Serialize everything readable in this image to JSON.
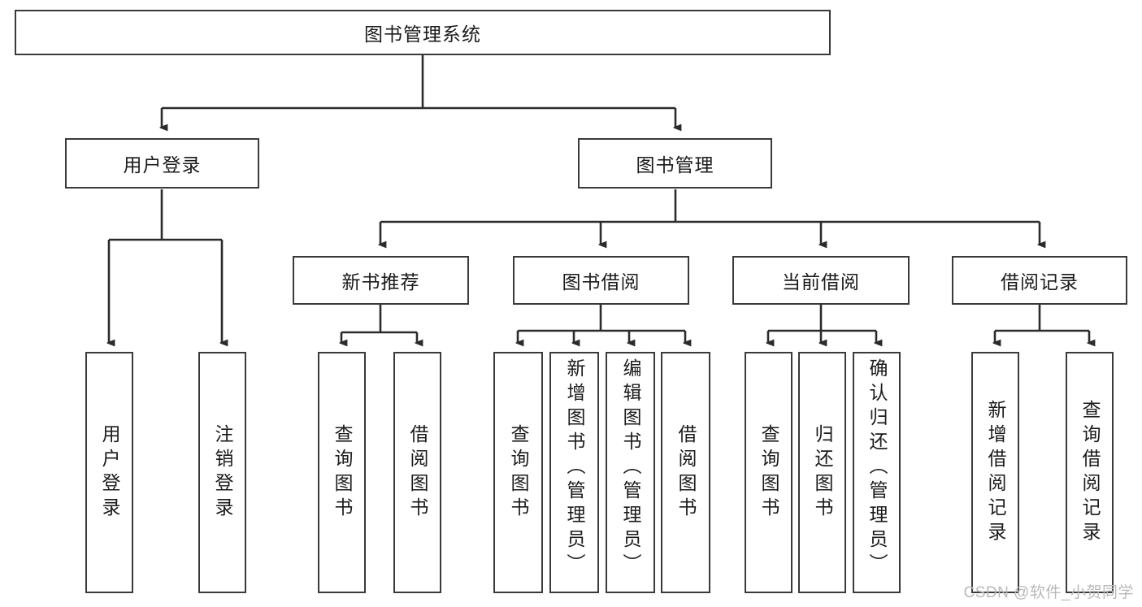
{
  "diagram": {
    "title": "图书管理系统",
    "type": "tree-hierarchy",
    "watermark": "CSDN @软件_小贺同学",
    "colors": {
      "box_border": "#3a3a3a",
      "box_fill": "#ffffff",
      "edge": "#2b2b2b",
      "text": "#1b1b1b",
      "watermark": "#b9b9b9",
      "background": "#ffffff"
    },
    "root": {
      "label": "图书管理系统"
    },
    "level2": [
      {
        "label": "用户登录"
      },
      {
        "label": "图书管理"
      }
    ],
    "level3": [
      {
        "label": "新书推荐"
      },
      {
        "label": "图书借阅"
      },
      {
        "label": "当前借阅"
      },
      {
        "label": "借阅记录"
      }
    ],
    "leaves": {
      "user_login": [
        {
          "label": "用户登录"
        },
        {
          "label": "注销登录"
        }
      ],
      "new_book_recommend": [
        {
          "label": "查询图书"
        },
        {
          "label": "借阅图书"
        }
      ],
      "book_borrow": [
        {
          "label": "查询图书"
        },
        {
          "label": "新增图书（管理员）"
        },
        {
          "label": "编辑图书（管理员）"
        },
        {
          "label": "借阅图书"
        }
      ],
      "current_borrow": [
        {
          "label": "查询图书"
        },
        {
          "label": "归还图书"
        },
        {
          "label": "确认归还（管理员）"
        }
      ],
      "borrow_record": [
        {
          "label": "新增借阅记录"
        },
        {
          "label": "查询借阅记录"
        }
      ]
    }
  }
}
